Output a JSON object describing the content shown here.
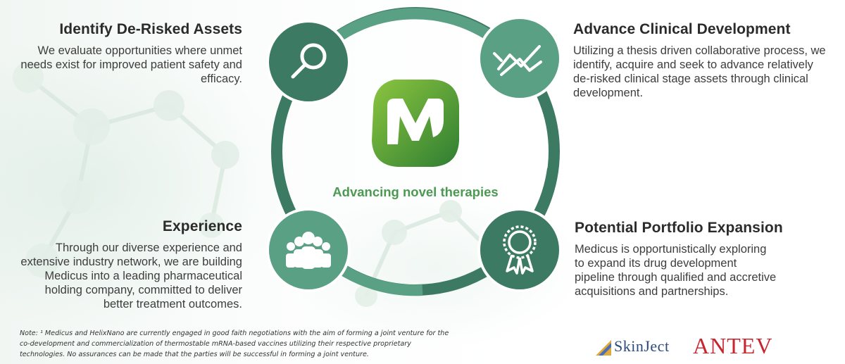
{
  "sections": {
    "identify": {
      "title": "Identify De-Risked Assets",
      "lines": [
        "We evaluate opportunities where unmet",
        "needs exist for improved patient safety and",
        "efficacy."
      ]
    },
    "advance": {
      "title": "Advance Clinical Development",
      "lines": [
        "Utilizing a thesis driven collaborative process, we",
        "identify, acquire and seek to advance relatively",
        "de-risked clinical stage assets through clinical",
        "development."
      ]
    },
    "experience": {
      "title": "Experience",
      "lines": [
        "Through our diverse experience and",
        "extensive industry network, we are building",
        "Medicus into a leading pharmaceutical",
        "holding company, committed to deliver",
        "better treatment outcomes."
      ]
    },
    "portfolio": {
      "title": "Potential Portfolio Expansion",
      "lines": [
        "Medicus is opportunistically exploring",
        "to expand its drug development",
        "pipeline through qualified and accretive",
        "acquisitions and partnerships."
      ]
    }
  },
  "center": {
    "tagline": "Advancing novel therapies"
  },
  "note": {
    "lines": [
      "Note: ¹ Medicus and HelixNano are currently engaged in good faith negotiations with the aim of forming a joint venture for the",
      "co-development and commercialization of thermostable mRNA-based vaccines utilizing their respective proprietary",
      "technologies. No assurances can be made that the parties will be successful in forming a joint venture."
    ]
  },
  "logos": {
    "skinject": "SkinJect",
    "antev": "ANTEV"
  },
  "colors": {
    "ring_dark": "#3d7a63",
    "ring_light": "#5aa084",
    "tagline_green": "#4b9a52",
    "logo_green_light": "#8cc63f",
    "logo_green_dark": "#2e7d32"
  },
  "icons": {
    "identify": "magnifier-icon",
    "advance": "trend-chart-icon",
    "experience": "people-group-icon",
    "portfolio": "award-ribbon-icon"
  }
}
